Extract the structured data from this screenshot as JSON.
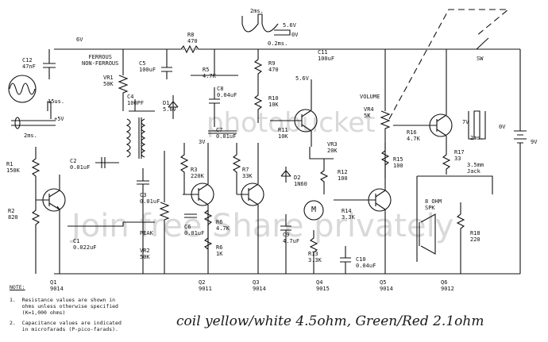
{
  "watermark": {
    "top": "photobucket",
    "bottom": "Join free Share privately"
  },
  "supply": {
    "rail_6v": "6V",
    "ferrous_label": "FERROUS\nNON-FERROUS",
    "battery": "9V",
    "switch": "SW"
  },
  "waveforms": {
    "top_time": "2ms.",
    "top_v1": "5.6V",
    "top_v2": "0V",
    "top_t2": "0.2ms.",
    "left_t1": "15us.",
    "left_v": "+5V",
    "left_t2": "2ms.",
    "right_v1": "7V",
    "right_v2": "0V",
    "right_t": "2ms."
  },
  "components": {
    "c12": "C12\n47nF",
    "r8": "R8\n470",
    "c5": "C5\n100uF",
    "vr1": "VR1\n50K",
    "c4": "C4\n100PF",
    "d1": "D1\n5.6V",
    "r5": "R5\n4.7K",
    "c8": "C8\n0.04uF",
    "r9": "R9\n470",
    "r10": "R10\n10K",
    "v56": "5.6V",
    "c11": "C11\n100uF",
    "volume": "VOLUME",
    "vr4": "VR4\n5K",
    "r16": "R16\n4.7K",
    "r17": "R17\n33",
    "r11": "R11\n10K",
    "vr3": "VR3\n20K",
    "v3": "3V",
    "c7": "C7\n0.01uF",
    "r1": "R1\n150K",
    "c2": "C2\n0.01uF",
    "r2": "R2\n820",
    "c3": "C3\n0.01uF",
    "r3": "R3\n220K",
    "r7": "R7\n33K",
    "d2": "D2\n1N60",
    "r12": "R12\n100",
    "r15": "R15\n100",
    "jack": "3.5mm\nJack",
    "spk": "8 OHM\nSPK",
    "r14": "R14\n3.3K",
    "r6": "R6\n4.7K",
    "c6": "C6\n0.01uF",
    "r6b": "R6\n1K",
    "motor": "M",
    "c9": "C9\n4.7uF",
    "r13": "R13\n3.3K",
    "c10": "C10\n0.04uF",
    "r18": "R18\n220",
    "c1": "C1\n0.022uF",
    "peak": "PEAK",
    "vr2": "VR2\n50K"
  },
  "transistors": {
    "q1": "Q1\n9014",
    "q2": "Q2\n9011",
    "q3": "Q3\n9014",
    "q4": "Q4\n9015",
    "q5": "Q5\n9014",
    "q6": "Q6\n9012"
  },
  "notes": {
    "heading": "NOTE:",
    "n1": "1.  Resistance values are shown in\n    ohms unless otherwise specified\n    (K=1,000 ohms)",
    "n2": "2.  Capacitance values are indicated\n    in microfarads (P-pico-farads)."
  },
  "handwritten": "coil yellow/white 4.5ohm, Green/Red 2.1ohm"
}
